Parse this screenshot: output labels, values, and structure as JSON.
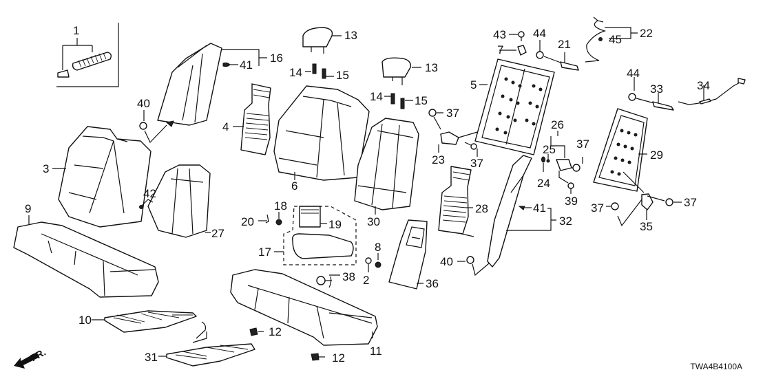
{
  "diagram": {
    "type": "exploded parts diagram",
    "subject": "Rear seat assembly",
    "code": "TWA4B4100A",
    "direction_label": "FR.",
    "callouts": [
      {
        "id": "c1",
        "label": "1"
      },
      {
        "id": "c2",
        "label": "2"
      },
      {
        "id": "c3",
        "label": "3"
      },
      {
        "id": "c4",
        "label": "4"
      },
      {
        "id": "c5",
        "label": "5"
      },
      {
        "id": "c6",
        "label": "6"
      },
      {
        "id": "c7",
        "label": "7"
      },
      {
        "id": "c8",
        "label": "8"
      },
      {
        "id": "c9",
        "label": "9"
      },
      {
        "id": "c10",
        "label": "10"
      },
      {
        "id": "c11",
        "label": "11"
      },
      {
        "id": "c12a",
        "label": "12"
      },
      {
        "id": "c12b",
        "label": "12"
      },
      {
        "id": "c13a",
        "label": "13"
      },
      {
        "id": "c13b",
        "label": "13"
      },
      {
        "id": "c14a",
        "label": "14"
      },
      {
        "id": "c14b",
        "label": "14"
      },
      {
        "id": "c15a",
        "label": "15"
      },
      {
        "id": "c15b",
        "label": "15"
      },
      {
        "id": "c16",
        "label": "16"
      },
      {
        "id": "c17",
        "label": "17"
      },
      {
        "id": "c18",
        "label": "18"
      },
      {
        "id": "c19",
        "label": "19"
      },
      {
        "id": "c20",
        "label": "20"
      },
      {
        "id": "c21",
        "label": "21"
      },
      {
        "id": "c22",
        "label": "22"
      },
      {
        "id": "c23",
        "label": "23"
      },
      {
        "id": "c24",
        "label": "24"
      },
      {
        "id": "c25",
        "label": "25"
      },
      {
        "id": "c26",
        "label": "26"
      },
      {
        "id": "c27",
        "label": "27"
      },
      {
        "id": "c28",
        "label": "28"
      },
      {
        "id": "c29",
        "label": "29"
      },
      {
        "id": "c30",
        "label": "30"
      },
      {
        "id": "c31",
        "label": "31"
      },
      {
        "id": "c32",
        "label": "32"
      },
      {
        "id": "c33",
        "label": "33"
      },
      {
        "id": "c34",
        "label": "34"
      },
      {
        "id": "c35",
        "label": "35"
      },
      {
        "id": "c36",
        "label": "36"
      },
      {
        "id": "c37a",
        "label": "37"
      },
      {
        "id": "c37b",
        "label": "37"
      },
      {
        "id": "c37c",
        "label": "37"
      },
      {
        "id": "c37d",
        "label": "37"
      },
      {
        "id": "c37e",
        "label": "37"
      },
      {
        "id": "c38",
        "label": "38"
      },
      {
        "id": "c39",
        "label": "39"
      },
      {
        "id": "c40a",
        "label": "40"
      },
      {
        "id": "c40b",
        "label": "40"
      },
      {
        "id": "c41a",
        "label": "41"
      },
      {
        "id": "c41b",
        "label": "41"
      },
      {
        "id": "c42",
        "label": "42"
      },
      {
        "id": "c43",
        "label": "43"
      },
      {
        "id": "c44a",
        "label": "44"
      },
      {
        "id": "c44b",
        "label": "44"
      },
      {
        "id": "c45",
        "label": "45"
      }
    ]
  }
}
